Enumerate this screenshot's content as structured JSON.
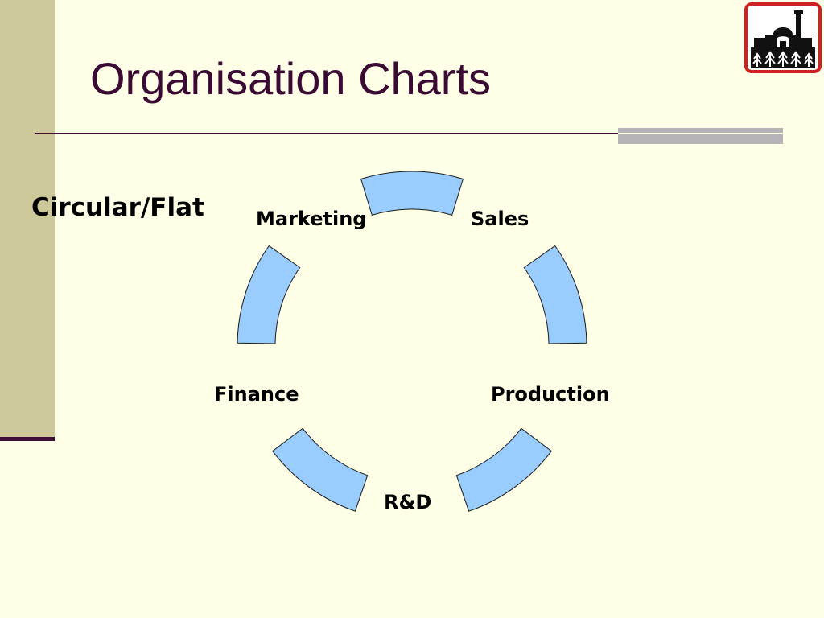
{
  "slide": {
    "title": "Organisation Charts",
    "subtitle": "Circular/Flat"
  },
  "diagram": {
    "type": "cycle",
    "nodes": [
      "Marketing",
      "Sales",
      "Production",
      "R&D",
      "Finance"
    ]
  },
  "colors": {
    "background": "#FFFEE6",
    "side_bar": "#CDC99B",
    "accent_dark": "#3C0F37",
    "title": "#3A0A34",
    "rule_bar": "#B5B3B7",
    "segment_fill": "#99CCFF",
    "logo_border": "#CC2222"
  },
  "icons": {
    "logo": "building-with-trees-emblem-icon"
  }
}
